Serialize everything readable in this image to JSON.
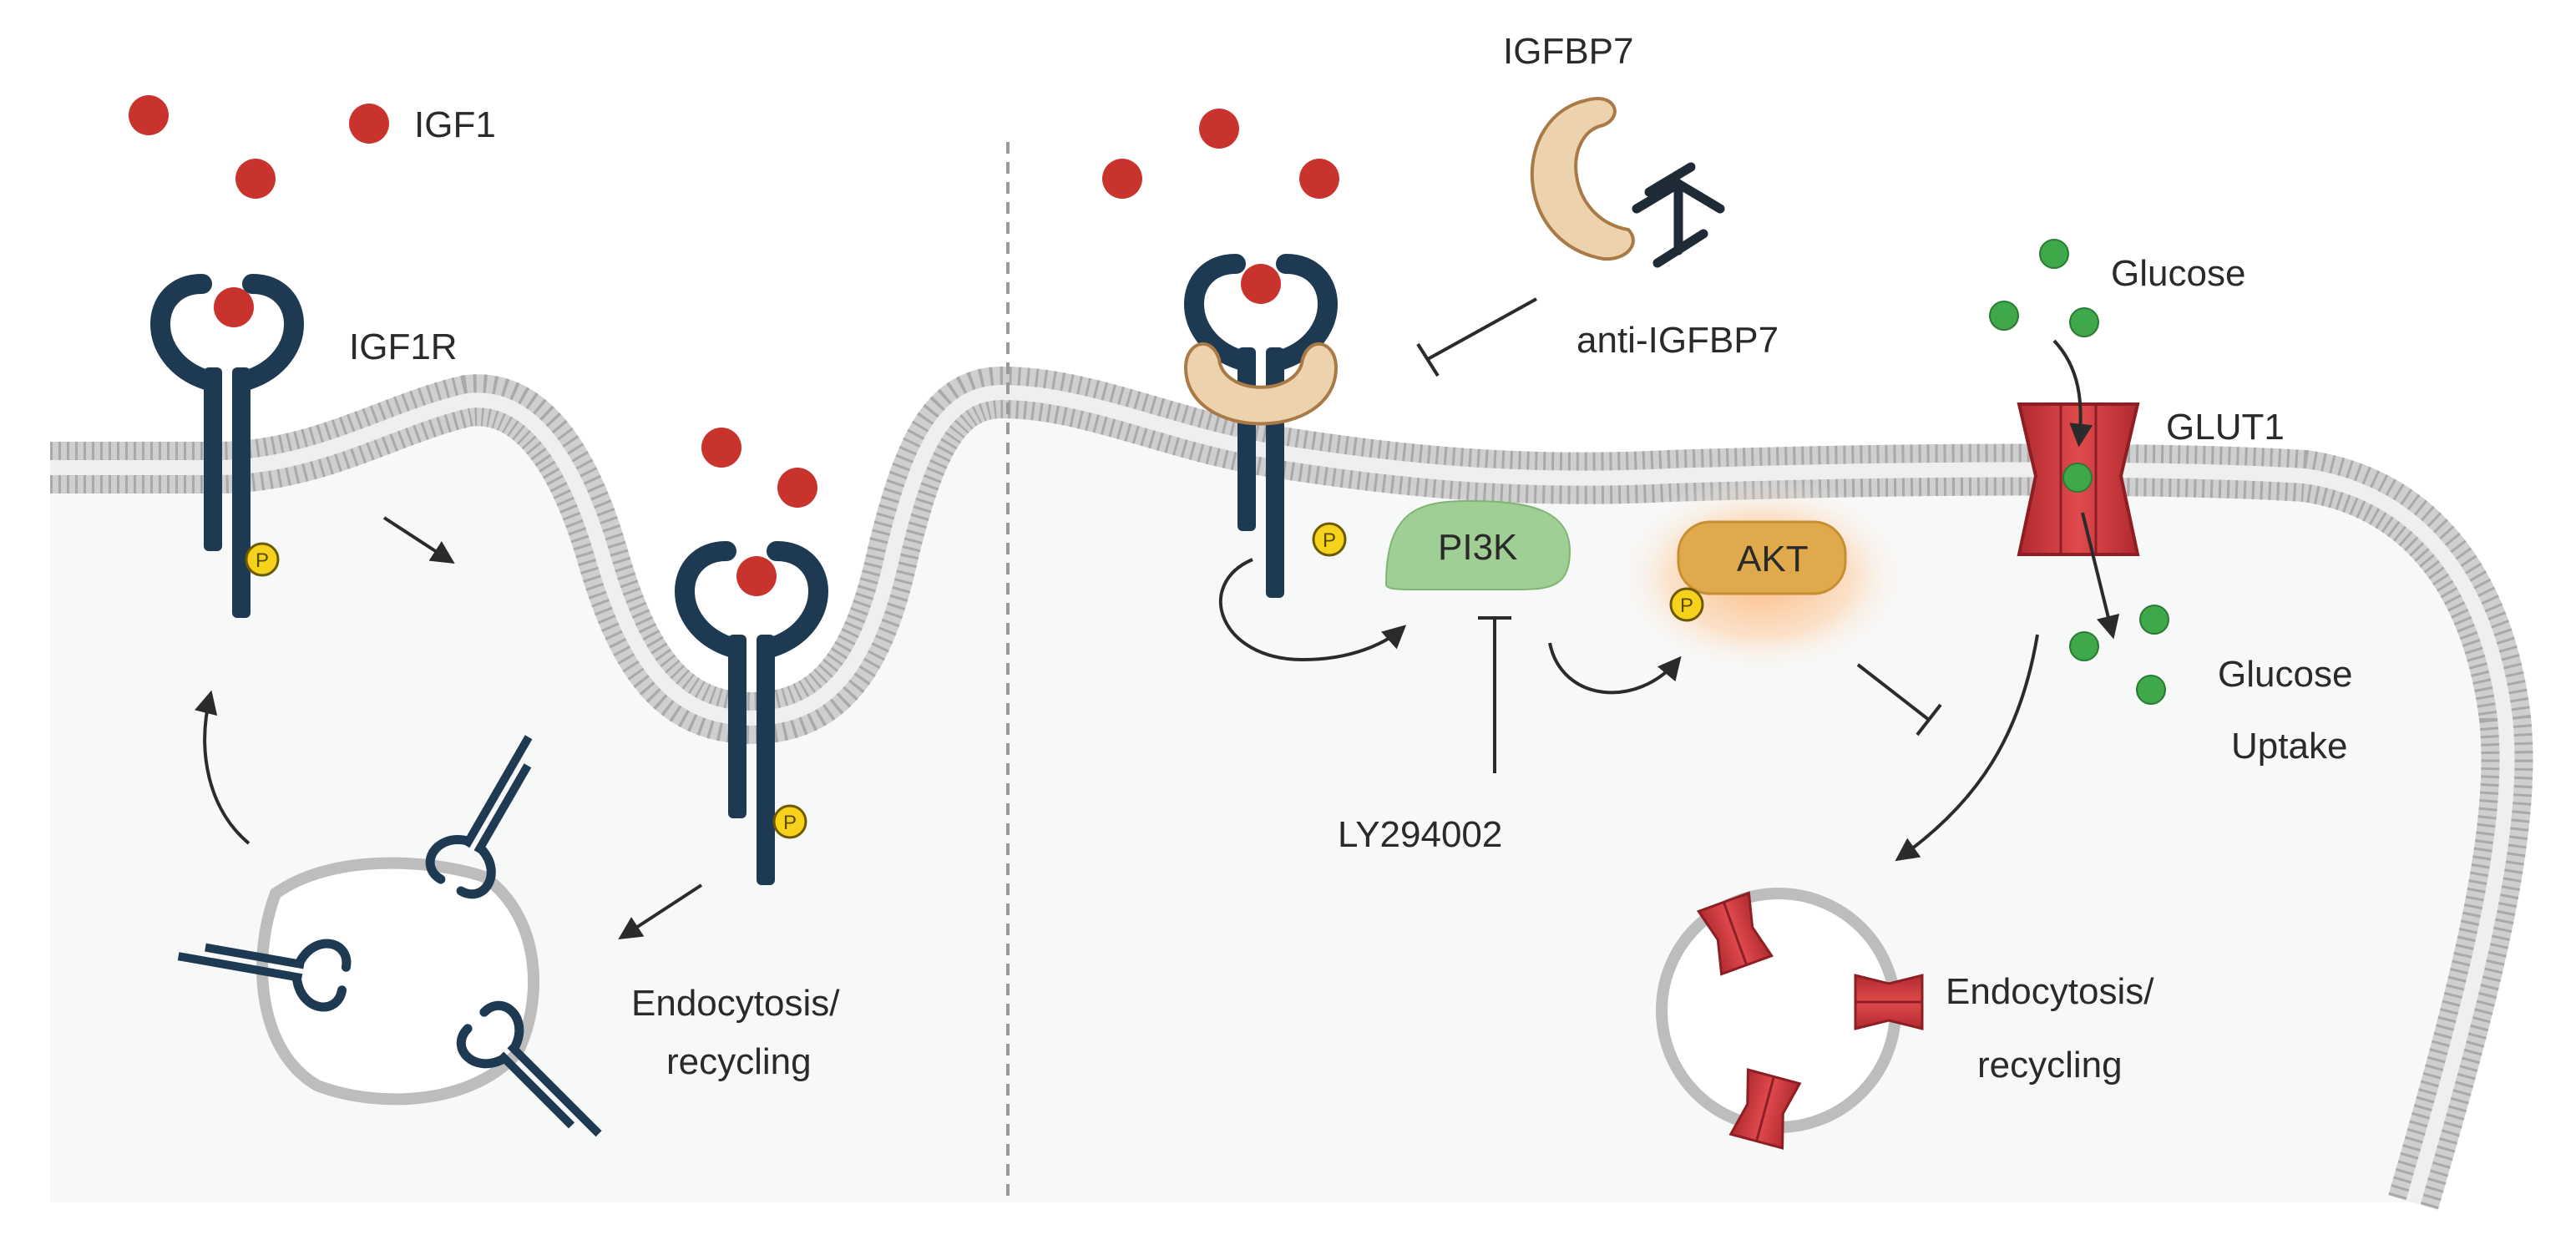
{
  "labels": {
    "igf1": "IGF1",
    "igf1r": "IGF1R",
    "igfbp7": "IGFBP7",
    "anti_igfbp7": "anti-IGFBP7",
    "glucose": "Glucose",
    "glut1": "GLUT1",
    "pi3k": "PI3K",
    "akt": "AKT",
    "ly294002": "LY294002",
    "glucose_uptake_line1": "Glucose",
    "glucose_uptake_line2": "Uptake",
    "endo_left_line1": "Endocytosis/",
    "endo_left_line2": "recycling",
    "endo_right_line1": "Endocytosis/",
    "endo_right_line2": "recycling",
    "phospho": "P"
  },
  "colors": {
    "background": "#ffffff",
    "cytoplasm": "#f7f8f8",
    "membrane": "#b9b9b9",
    "receptor": "#1e3a52",
    "igf1_ligand": "#c8332e",
    "glucose": "#3fa84a",
    "glut1": "#c9353a",
    "igfbp7": "#ecd3ad",
    "pi3k": "#9fcf94",
    "akt": "#e0a94c",
    "phospho": "#f7d21c",
    "arrow": "#2b2b2b"
  },
  "icons": [
    "igf1r-receptor-icon",
    "igfbp7-protein-icon",
    "antibody-icon",
    "glut1-transporter-icon",
    "vesicle-icon",
    "phosphate-icon"
  ]
}
